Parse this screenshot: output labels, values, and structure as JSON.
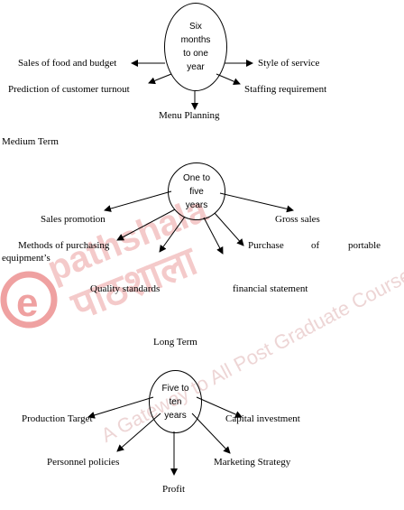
{
  "watermark": {
    "text": "A Gateway to All Post Graduate Courses",
    "logo_latin": "pathshala",
    "logo_hindi": "पाठशाला",
    "color": "#e03a3a",
    "tint": "#f2b9b9"
  },
  "sections": [
    {
      "heading": "",
      "hub_lines": [
        "Six",
        "months",
        "to one",
        "year"
      ],
      "labels": [
        "Sales of food and budget",
        "Style of service",
        "Prediction of customer turnout",
        "Staffing requirement",
        "Menu Planning"
      ]
    },
    {
      "heading": "Medium Term",
      "hub_lines": [
        "One to",
        "five",
        "years"
      ],
      "labels": [
        "Sales promotion",
        "Gross sales",
        "Methods of purchasing",
        "Purchase",
        "of",
        "portable",
        "equipment’s",
        "Quality standards",
        "financial statement"
      ]
    },
    {
      "heading": "Long Term",
      "hub_lines": [
        "Five to",
        "ten",
        "years"
      ],
      "labels": [
        "Production Target",
        "Capital investment",
        "Personnel policies",
        "Marketing Strategy",
        "Profit"
      ]
    }
  ]
}
